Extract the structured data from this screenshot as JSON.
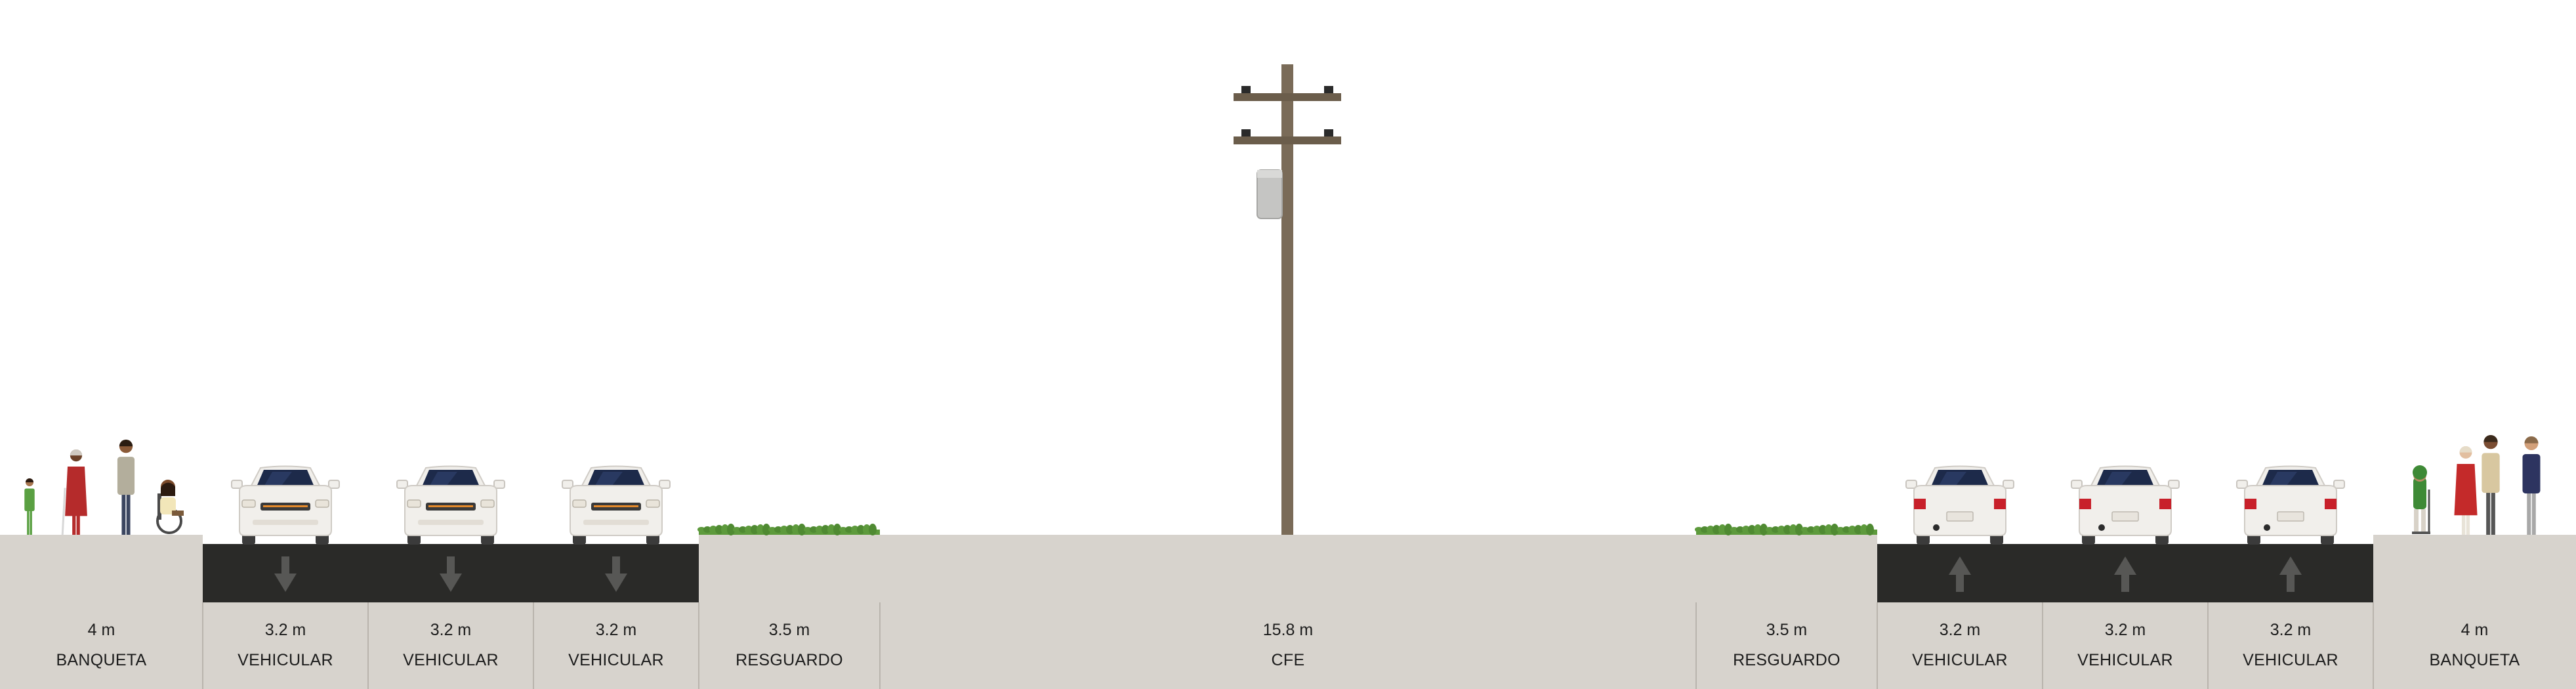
{
  "segments": [
    {
      "width": "4 m",
      "name": "BANQUETA"
    },
    {
      "width": "3.2 m",
      "name": "VEHICULAR",
      "direction": "down"
    },
    {
      "width": "3.2 m",
      "name": "VEHICULAR",
      "direction": "down"
    },
    {
      "width": "3.2 m",
      "name": "VEHICULAR",
      "direction": "down"
    },
    {
      "width": "3.5 m",
      "name": "RESGUARDO"
    },
    {
      "width": "15.8 m",
      "name": "CFE"
    },
    {
      "width": "3.5 m",
      "name": "RESGUARDO"
    },
    {
      "width": "3.2 m",
      "name": "VEHICULAR",
      "direction": "up"
    },
    {
      "width": "3.2 m",
      "name": "VEHICULAR",
      "direction": "up"
    },
    {
      "width": "3.2 m",
      "name": "VEHICULAR",
      "direction": "up"
    },
    {
      "width": "4 m",
      "name": "BANQUETA"
    }
  ],
  "colors": {
    "ground": "#d7d3cd",
    "asphalt": "#2a2a28",
    "arrow": "#575755",
    "grass": "#5d9a3c",
    "pole": "#7a6b58",
    "car_body": "#f1efeb",
    "windshield": "#1d2a4a",
    "tail_light": "#c8202a",
    "divider": "#b9b4ad"
  },
  "icons": {
    "pedestrians": "pedestrian-group-icon",
    "car_front": "car-front-icon",
    "car_rear": "car-rear-icon",
    "grass": "grass-strip-icon",
    "pole": "utility-pole-icon",
    "arrow_down": "arrow-down-icon",
    "arrow_up": "arrow-up-icon"
  }
}
